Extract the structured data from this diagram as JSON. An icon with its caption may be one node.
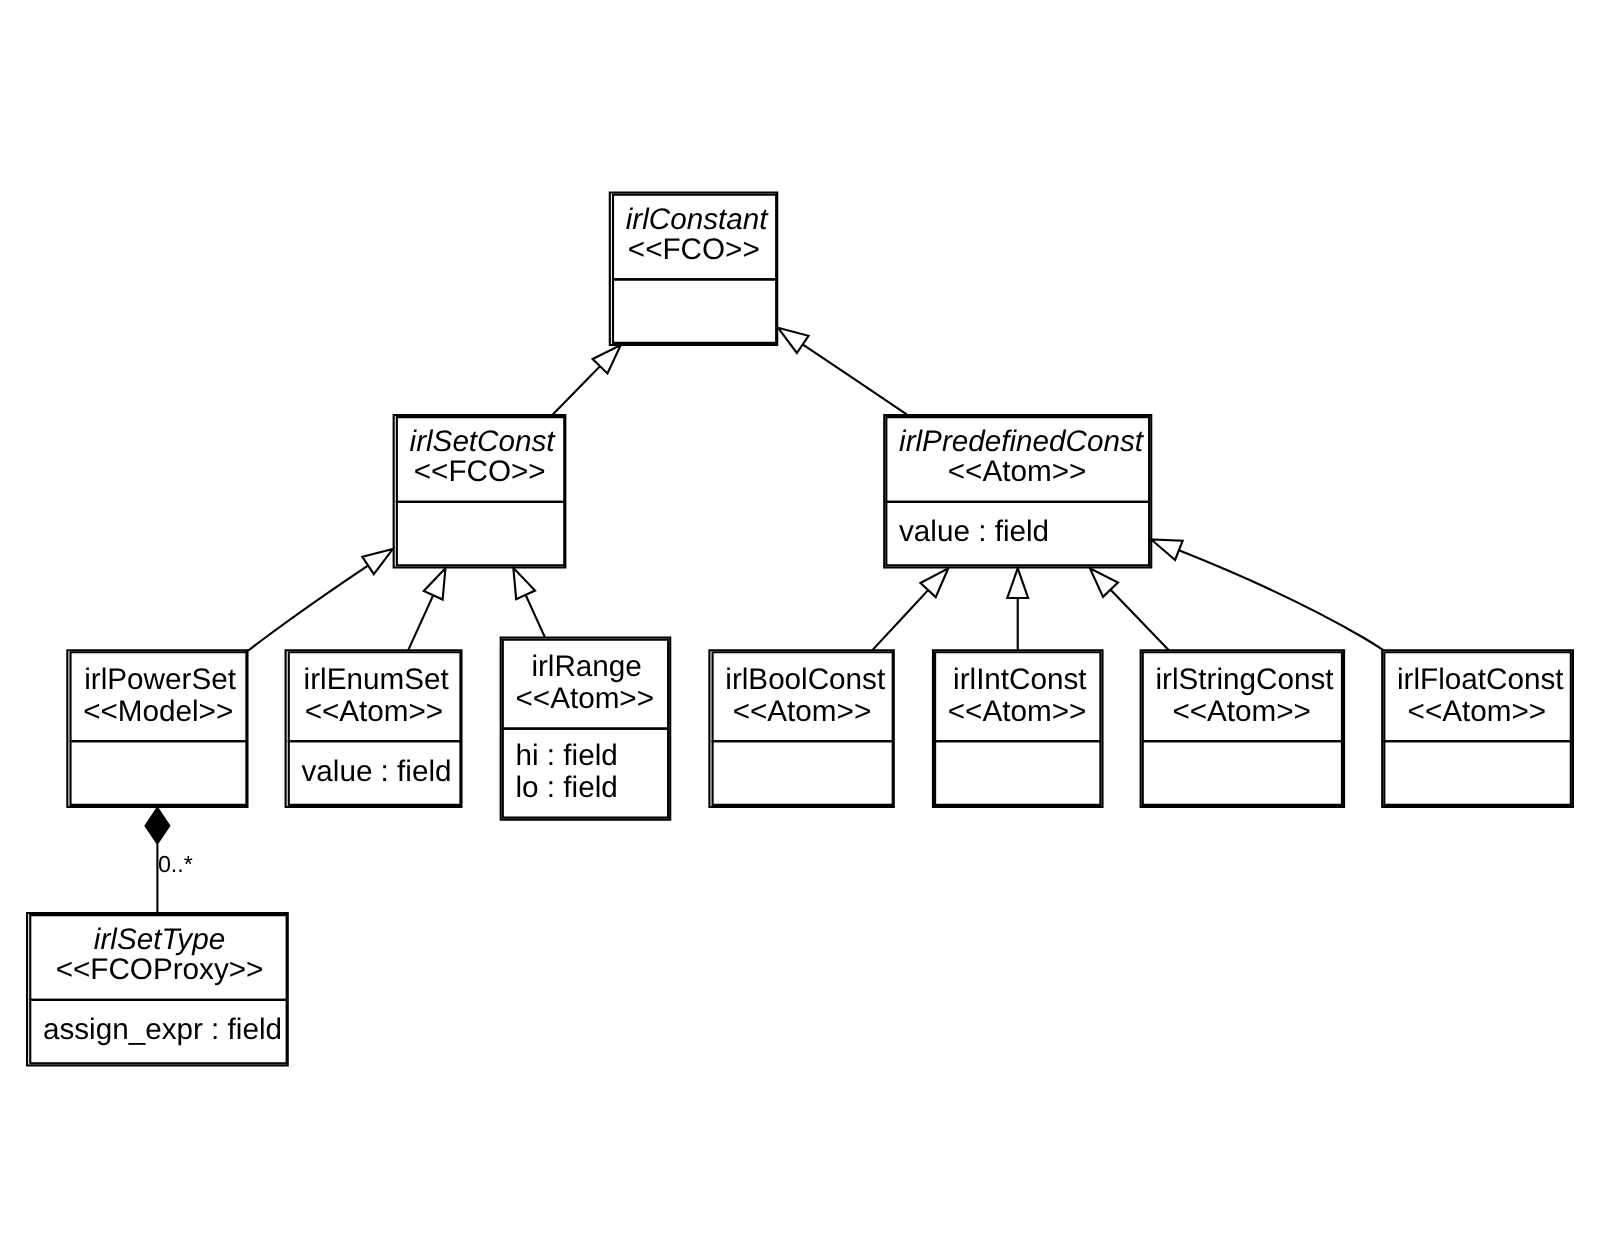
{
  "diagram": {
    "nodes": [
      {
        "text": [
          "irlConstant",
          "<<FCO>>"
        ]
      },
      {
        "text": [
          "irlSetConst",
          "<<FCO>>"
        ]
      },
      {
        "text": [
          "irlPredefinedConst",
          "<<Atom>>",
          "value : field"
        ]
      },
      {
        "text": [
          "irlPowerSet",
          "<<Model>>"
        ]
      },
      {
        "text": [
          "irlEnumSet",
          "<<Atom>>",
          "value : field"
        ]
      },
      {
        "text": [
          "irlRange",
          "<<Atom>>",
          "hi : field",
          "lo : field"
        ]
      },
      {
        "text": [
          "irlBoolConst",
          "<<Atom>>"
        ]
      },
      {
        "text": [
          "irlIntConst",
          "<<Atom>>"
        ]
      },
      {
        "text": [
          "irlStringConst",
          "<<Atom>>"
        ]
      },
      {
        "text": [
          "irlFloatConst",
          "<<Atom>>"
        ]
      },
      {
        "text": [
          "irlSetType",
          "<<FCOProxy>>",
          "assign_expr : field"
        ]
      }
    ],
    "edges": [
      {
        "from": 1,
        "to": 0,
        "arrow": "to"
      },
      {
        "from": 2,
        "to": 0,
        "arrow": "to"
      },
      {
        "from": 3,
        "to": 1,
        "arrow": "to"
      },
      {
        "from": 4,
        "to": 1,
        "arrow": "to"
      },
      {
        "from": 5,
        "to": 1,
        "arrow": "to"
      },
      {
        "from": 6,
        "to": 2,
        "arrow": "to"
      },
      {
        "from": 7,
        "to": 2,
        "arrow": "to"
      },
      {
        "from": 8,
        "to": 2,
        "arrow": "to"
      },
      {
        "from": 9,
        "to": 2,
        "arrow": "to"
      },
      {
        "from": 10,
        "to": 3,
        "arrow": "other",
        "label": "0..*"
      }
    ]
  }
}
